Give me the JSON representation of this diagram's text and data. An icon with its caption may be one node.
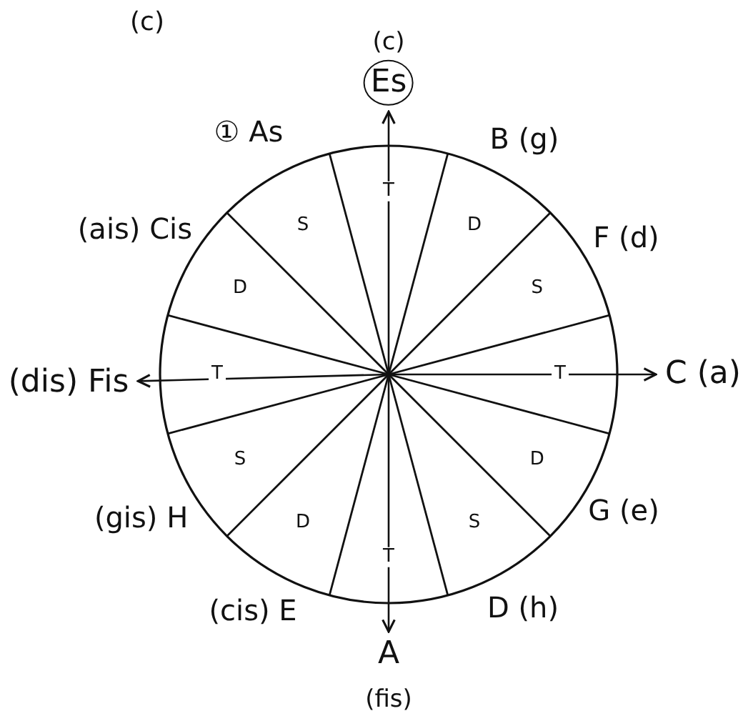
{
  "diagram": {
    "title": "(c)",
    "nodes": [
      {
        "text": [
          "Es"
        ],
        "beside": [
          "(c)"
        ]
      },
      {
        "text": [
          "C (a)"
        ]
      },
      {
        "text": [
          "A"
        ],
        "beside": [
          "(fis)"
        ]
      },
      {
        "text": [
          "(dis) Fis"
        ]
      }
    ],
    "edges": [
      {
        "from": null,
        "to": 0,
        "arrow": "to"
      },
      {
        "from": null,
        "to": 1,
        "arrow": "to"
      },
      {
        "from": null,
        "to": 2,
        "arrow": "to"
      },
      {
        "from": null,
        "to": 3,
        "arrow": "to"
      }
    ],
    "labels": [
      "① As",
      "B (g)",
      "S",
      "T",
      "D",
      "F (d)",
      "(ais) Cis",
      "D",
      "S",
      "T",
      "T",
      "S",
      "D",
      "G (e)",
      "(gis) H",
      "D",
      "T",
      "S",
      "(cis) E",
      "D (h)"
    ]
  }
}
